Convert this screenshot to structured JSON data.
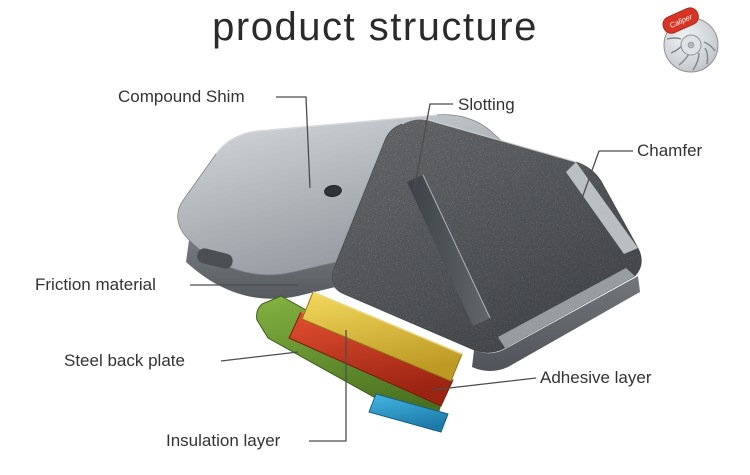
{
  "title": "product structure",
  "logo": {
    "caliper_label": "Caliper"
  },
  "callouts": [
    {
      "id": "compound-shim",
      "label": "Compound Shim"
    },
    {
      "id": "slotting",
      "label": "Slotting"
    },
    {
      "id": "chamfer",
      "label": "Chamfer"
    },
    {
      "id": "friction-material",
      "label": "Friction material"
    },
    {
      "id": "steel-back-plate",
      "label": "Steel back plate"
    },
    {
      "id": "adhesive-layer",
      "label": "Adhesive layer"
    },
    {
      "id": "insulation-layer",
      "label": "Insulation layer"
    }
  ],
  "colors": {
    "title_text": "#2b2b2b",
    "label_text": "#333333",
    "leader_line": "#4d4d4d",
    "caliper_red": "#d63425",
    "shim_yellow": "#e6c23c",
    "adhesive_red": "#cf3a21",
    "back_plate_green": "#6f9d33",
    "insulation_blue": "#2e9fd0",
    "pad_gray": "#a8adb2"
  }
}
